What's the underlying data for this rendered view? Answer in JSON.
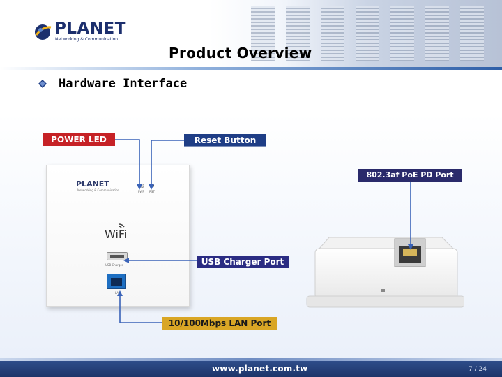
{
  "logo": {
    "name": "PLANET",
    "tagline": "Networking & Communication"
  },
  "slide": {
    "title": "Product Overview",
    "subtitle": "Hardware Interface"
  },
  "callouts": {
    "power_led": "POWER LED",
    "reset_button": "Reset Button",
    "poe_port": "802.3af PoE PD Port",
    "usb_port": "USB Charger Port",
    "lan_port": "10/100Mbps LAN Port"
  },
  "device": {
    "brand": "PLANET",
    "brand_tag": "Networking & Communication",
    "led_pwr": "PWR",
    "led_rst": "RST",
    "wifi_text": "WiFi",
    "usb_label": "USB Charger",
    "lan_label": "LAN"
  },
  "footer": {
    "url": "www.planet.com.tw",
    "page": "7 / 24"
  },
  "colors": {
    "brand_navy": "#1c2f6d",
    "power_red": "#c62226",
    "reset_blue": "#1f3e86",
    "lan_gold": "#d9a625",
    "wire_blue": "#3a63b8",
    "footer_blue": "#1d3469"
  },
  "icons": {
    "bullet": "diamond-bullet-icon",
    "logo": "planet-globe-icon",
    "wifi": "wifi-icon"
  }
}
